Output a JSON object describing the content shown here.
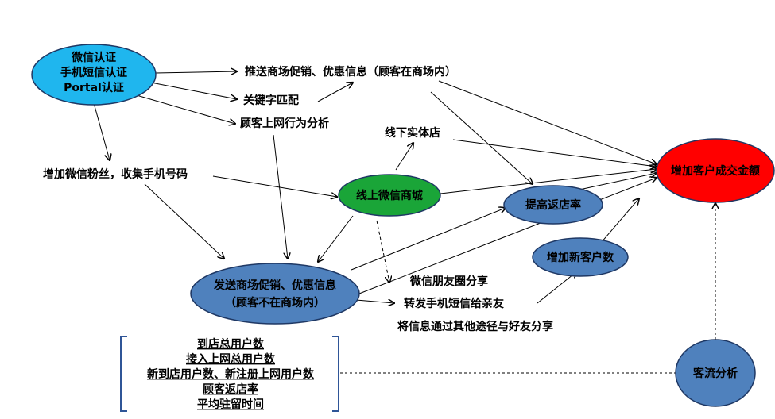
{
  "nodes": {
    "auth": {
      "lines": [
        "微信认证",
        "手机短信认证",
        "Portal认证"
      ],
      "fill": "#1fb6ee"
    },
    "revenue": {
      "lines": [
        "增加客户成交金额"
      ],
      "fill": "#ff0000"
    },
    "mall": {
      "lines": [
        "线上微信商城"
      ],
      "fill": "#1aa538"
    },
    "return_rate": {
      "lines": [
        "提高返店率"
      ],
      "fill": "#4f81bd"
    },
    "new_customers": {
      "lines": [
        "增加新客户数"
      ],
      "fill": "#4f81bd"
    },
    "send_promo": {
      "lines": [
        "发送商场促销、优惠信息",
        "（顾客不在商场内）"
      ],
      "fill": "#4f81bd"
    },
    "traffic": {
      "lines": [
        "客流分析"
      ],
      "fill": "#4f81bd"
    }
  },
  "labels": {
    "push_promo": "推送商场促销、优惠信息（顾客在商场内）",
    "keyword": "关键字匹配",
    "behavior": "顾客上网行为分析",
    "offline_store": "线下实体店",
    "fans": "增加微信粉丝，收集手机号码",
    "moments": "微信朋友圈分享",
    "sms_forward": "转发手机短信给亲友",
    "other_share": "将信息通过其他途径与好友分享"
  },
  "stats_list": [
    "到店总用户数",
    "接入上网总用户数",
    "新到店用户数、新注册上网用户数",
    "顾客返店率",
    "平均驻留时间"
  ],
  "colors": {
    "ellipse_stroke": "#1f3864",
    "arrow": "#000000"
  }
}
